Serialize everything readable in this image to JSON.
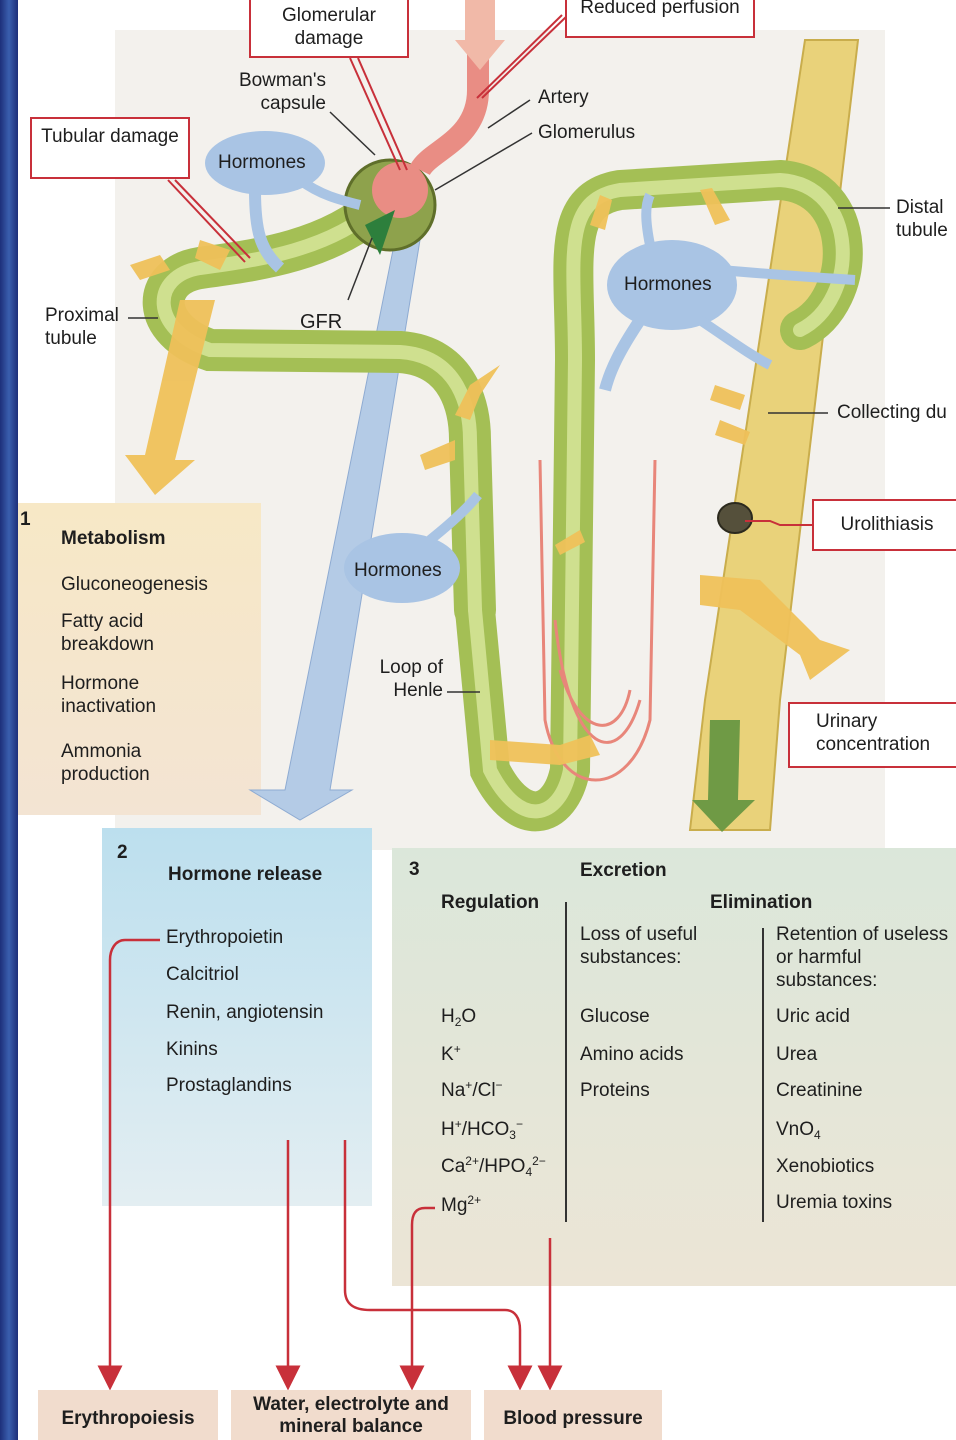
{
  "callouts": {
    "glomerular_damage": "Glomerular damage",
    "reduced_perfusion": "Reduced perfusion",
    "tubular_damage": "Tubular damage",
    "urolithiasis": "Urolithiasis",
    "urinary_concentration": "Urinary concentration"
  },
  "labels": {
    "bowmans_capsule": "Bowman's capsule",
    "artery": "Artery",
    "glomerulus": "Glomerulus",
    "distal_tubule": "Distal tubule",
    "proximal_tubule": "Proximal tubule",
    "gfr": "GFR",
    "collecting_duct": "Collecting du",
    "loop_of_henle": "Loop of Henle",
    "hormones": "Hormones"
  },
  "panel1": {
    "number": "1",
    "title": "Metabolism",
    "items": [
      "Gluconeogenesis",
      "Fatty acid breakdown",
      "Hormone inactivation",
      "Ammonia production"
    ]
  },
  "panel2": {
    "number": "2",
    "title": "Hormone release",
    "items": [
      "Erythropoietin",
      "Calcitriol",
      "Renin, angiotensin",
      "Kinins",
      "Prostaglandins"
    ]
  },
  "panel3": {
    "number": "3",
    "title": "Excretion",
    "regulation_header": "Regulation",
    "elimination_header": "Elimination",
    "loss_header": "Loss of useful substances:",
    "retention_header": "Retention of useless or harmful substances:",
    "regulation_items": [
      {
        "base": "H",
        "sub": "2",
        "rest": "O"
      },
      {
        "base": "K",
        "sup": "+"
      },
      {
        "base": "Na",
        "sup": "+",
        "rest": "/Cl",
        "sup2": "−"
      },
      {
        "base": "H",
        "sup": "+",
        "rest": "/HCO",
        "sub2": "3",
        "sup2": "−"
      },
      {
        "base": "Ca",
        "sup": "2+",
        "rest": "/HPO",
        "sub2": "4",
        "sup2": "2−"
      },
      {
        "base": "Mg",
        "sup": "2+"
      }
    ],
    "loss_items": [
      "Glucose",
      "Amino acids",
      "Proteins"
    ],
    "retention_items": [
      "Uric acid",
      "Urea",
      "Creatinine",
      "VnO",
      "Xenobiotics",
      "Uremia toxins"
    ],
    "vno_sub": "4"
  },
  "outputs": {
    "erythropoiesis": "Erythropoiesis",
    "water_balance": "Water, electrolyte and mineral balance",
    "blood_pressure": "Blood pressure"
  },
  "colors": {
    "tubule_green": "#a9c35a",
    "duct_yellow": "#e9d27a",
    "vessel_red": "#e8867a",
    "hormone_blue": "#a9c4e4",
    "flow_arrow": "#efc15a",
    "callout_red": "#c8303a"
  }
}
